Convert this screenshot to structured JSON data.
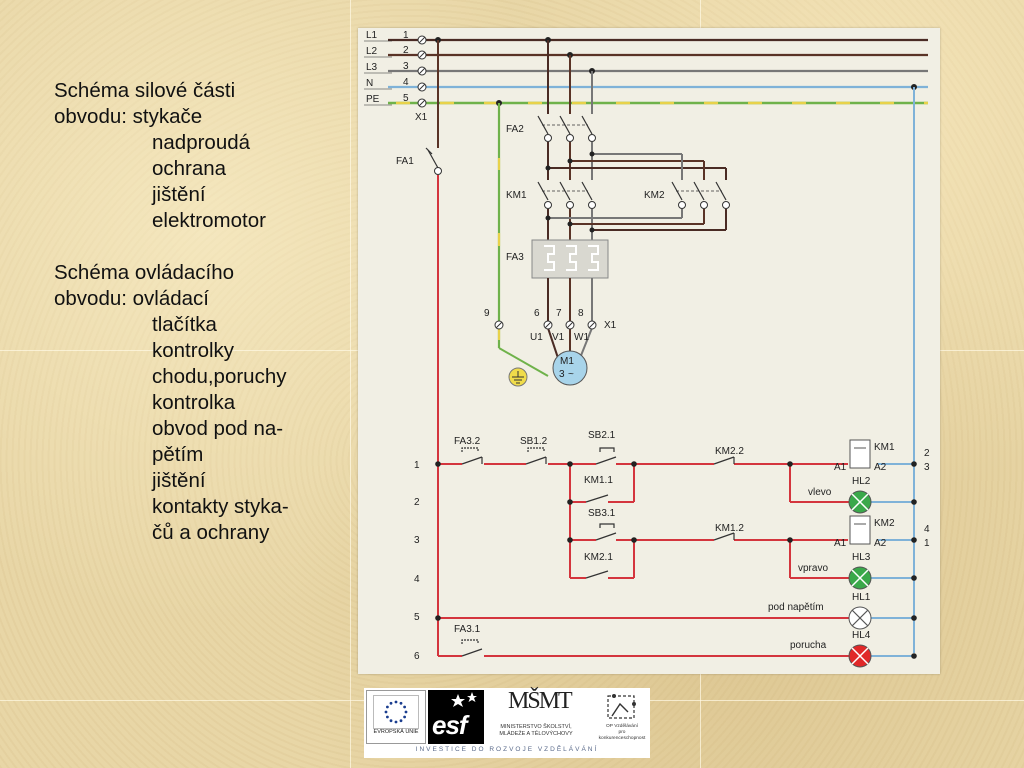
{
  "left_text": {
    "block1": {
      "line1": "Schéma silové části",
      "line2": "obvodu: stykače",
      "items": [
        "nadproudá",
        "ochrana",
        "jištění",
        "elektromotor"
      ]
    },
    "block2": {
      "line1": "Schéma ovládacího",
      "line2": "obvodu: ovládací",
      "items": [
        "tlačítka",
        "kontrolky",
        "chodu,poruchy",
        "kontrolka",
        "obvod pod na-",
        "pětím",
        "jištění",
        "kontakty styka-",
        "čů a ochrany"
      ]
    }
  },
  "diagram": {
    "bus_labels": [
      "L1",
      "L2",
      "L3",
      "N",
      "PE"
    ],
    "bus_numbers": [
      "1",
      "2",
      "3",
      "4",
      "5"
    ],
    "terminal_strip": "X1",
    "fa1": "FA1",
    "fa2": "FA2",
    "km1": "KM1",
    "km2": "KM2",
    "fa3": "FA3",
    "motor_terminals": [
      "9",
      "6",
      "7",
      "8"
    ],
    "motor_terminal_strip": "X1",
    "motor_phases": [
      "U1",
      "V1",
      "W1"
    ],
    "motor_name": "M1",
    "motor_type": "3",
    "motor_symbol": "~",
    "row_numbers": [
      "1",
      "2",
      "3",
      "4",
      "5",
      "6"
    ],
    "fa3_2": "FA3.2",
    "sb1_2": "SB1.2",
    "sb2_1": "SB2.1",
    "km1_1": "KM1.1",
    "sb3_1": "SB3.1",
    "km2_1": "KM2.1",
    "km2_2": "KM2.2",
    "km1_2": "KM1.2",
    "fa3_1": "FA3.1",
    "coil1": "KM1",
    "coil2": "KM2",
    "a1": "A1",
    "a2": "A2",
    "hl2": "HL2",
    "hl3": "HL3",
    "hl1": "HL1",
    "hl4": "HL4",
    "vlevo": "vlevo",
    "vpravo": "vpravo",
    "pod_napetim": "pod napětím",
    "porucha": "porucha",
    "ref_km1": [
      "2",
      "3"
    ],
    "ref_km2": [
      "4",
      "1"
    ],
    "colors": {
      "l1": "#4a2b24",
      "l2": "#5a3326",
      "l3": "#777777",
      "n": "#7fb2d8",
      "pe_green": "#6fb24a",
      "pe_yellow": "#e8d24a",
      "control": "#d4353d",
      "neutral_control": "#7fb2d8",
      "lamp_green": "#3aa84a",
      "lamp_red": "#e02828"
    }
  },
  "logos": {
    "eu_caption": "EVROPSKÁ UNIE",
    "esf_text": "esf",
    "msmt_mark": "MŠMT",
    "msmt_caption_1": "MINISTERSTVO ŠKOLSTVÍ,",
    "msmt_caption_2": "MLÁDEŽE A TĚLOVÝCHOVY",
    "op_caption_1": "OP Vzdělávání",
    "op_caption_2": "pro konkurenceschopnost",
    "invest_text": "INVESTICE DO ROZVOJE VZDĚLÁVÁNÍ"
  }
}
